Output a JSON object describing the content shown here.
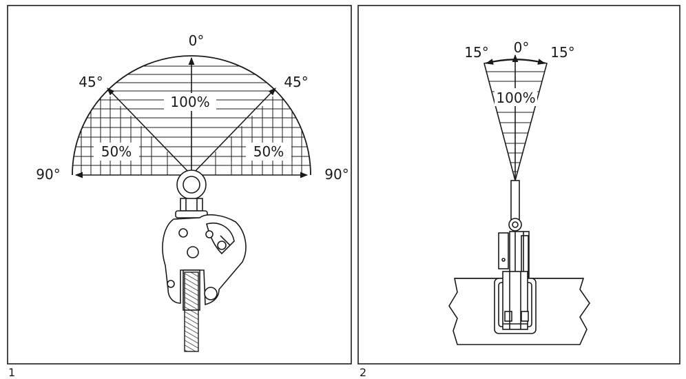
{
  "figures": [
    {
      "caption": "1",
      "labels": {
        "top": "0°",
        "left45": "45°",
        "right45": "45°",
        "left90": "90°",
        "right90": "90°",
        "center_pct": "100%",
        "left_pct": "50%",
        "right_pct": "50%"
      }
    },
    {
      "caption": "2",
      "labels": {
        "top": "0°",
        "left15": "15°",
        "right15": "15°",
        "center_pct": "100%"
      }
    }
  ]
}
